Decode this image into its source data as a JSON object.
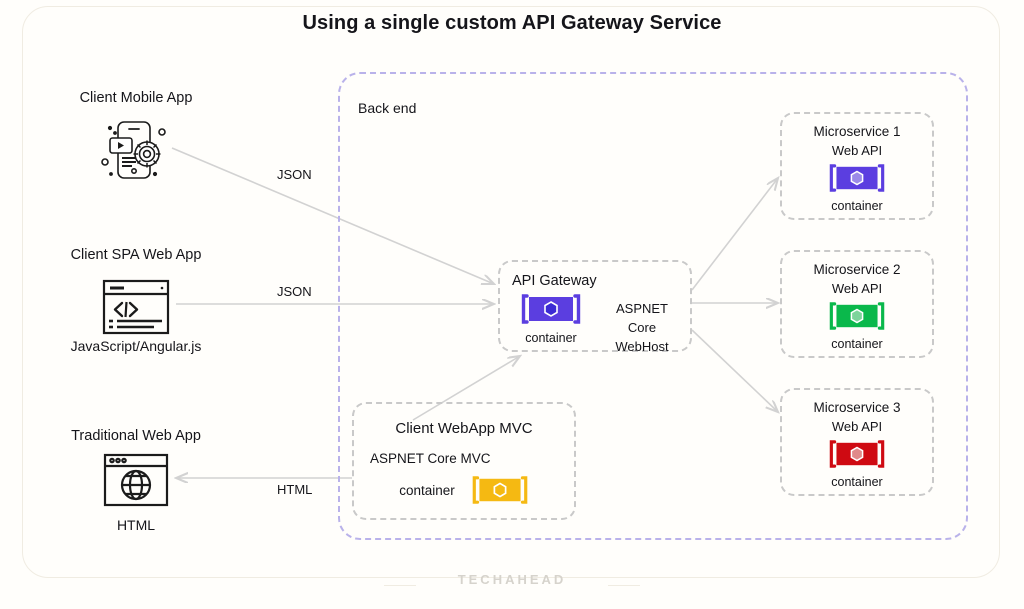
{
  "title": "Using a single custom API Gateway Service",
  "watermark": "TECHAHEAD",
  "backend": {
    "label": "Back end",
    "boundary_color": "#b9b2ea"
  },
  "clients": [
    {
      "id": "client-mobile-app",
      "title": "Client Mobile App",
      "caption": "",
      "icon": "mobile-phone-gear-icon",
      "edge_label": "JSON",
      "edge_direction": "to-gateway"
    },
    {
      "id": "client-spa-web-app",
      "title": "Client SPA Web App",
      "caption": "JavaScript/Angular.js",
      "icon": "browser-code-icon",
      "edge_label": "JSON",
      "edge_direction": "to-gateway"
    },
    {
      "id": "traditional-web-app",
      "title": "Traditional Web App",
      "caption": "HTML",
      "icon": "browser-globe-icon",
      "edge_label": "HTML",
      "edge_direction": "to-client"
    }
  ],
  "gateway": {
    "title": "API Gateway",
    "runtime_line1": "ASPNET Core",
    "runtime_line2": "WebHost",
    "container_label": "container",
    "container_color": "#5b3ee0",
    "container_hexagon_color": "#3c2bd4"
  },
  "webapp_mvc": {
    "title": "Client WebApp MVC",
    "subtitle": "ASPNET Core MVC",
    "container_label": "container",
    "container_color": "#f5b912",
    "container_hexagon_color": "#f5b912"
  },
  "microservices": [
    {
      "id": "microservice-1",
      "title": "Microservice 1",
      "subtitle": "Web API",
      "container_label": "container",
      "container_color": "#5b3ee0",
      "container_hexagon_color": "#9b8ae8"
    },
    {
      "id": "microservice-2",
      "title": "Microservice 2",
      "subtitle": "Web API",
      "container_label": "container",
      "container_color": "#0ab84b",
      "container_hexagon_color": "#7dd49b"
    },
    {
      "id": "microservice-3",
      "title": "Microservice 3",
      "subtitle": "Web API",
      "container_label": "container",
      "container_color": "#cf0a12",
      "container_hexagon_color": "#e08a8a"
    }
  ],
  "arrow_color": "#d2d2d2"
}
